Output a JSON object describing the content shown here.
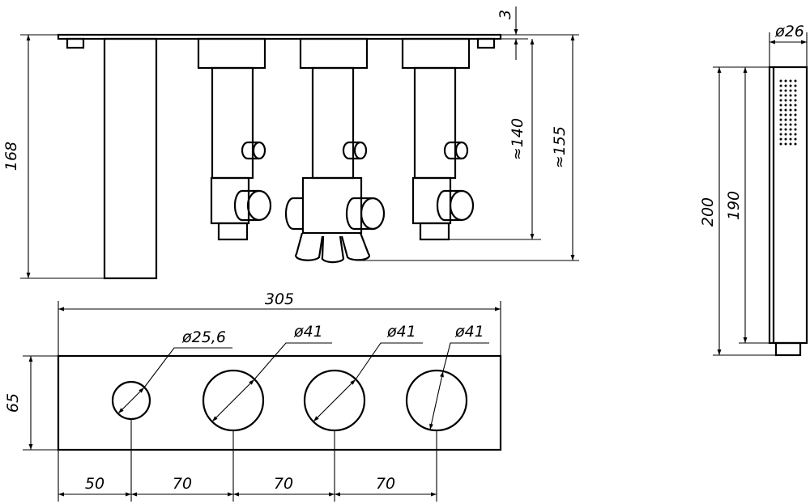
{
  "front_view": {
    "dim_plate_thickness": "3",
    "dim_height_total": "168",
    "dim_valve_depth": "≈140",
    "dim_overall_depth": "≈155"
  },
  "plan_view": {
    "dim_width": "305",
    "dim_height": "65",
    "dim_hole_small": "ø25,6",
    "dim_hole_1": "ø41",
    "dim_hole_2": "ø41",
    "dim_hole_3": "ø41",
    "dim_spacing_1": "50",
    "dim_spacing_2": "70",
    "dim_spacing_3": "70",
    "dim_spacing_4": "70"
  },
  "hand_shower": {
    "dim_diameter": "ø26",
    "dim_length_total": "200",
    "dim_length_body": "190"
  }
}
